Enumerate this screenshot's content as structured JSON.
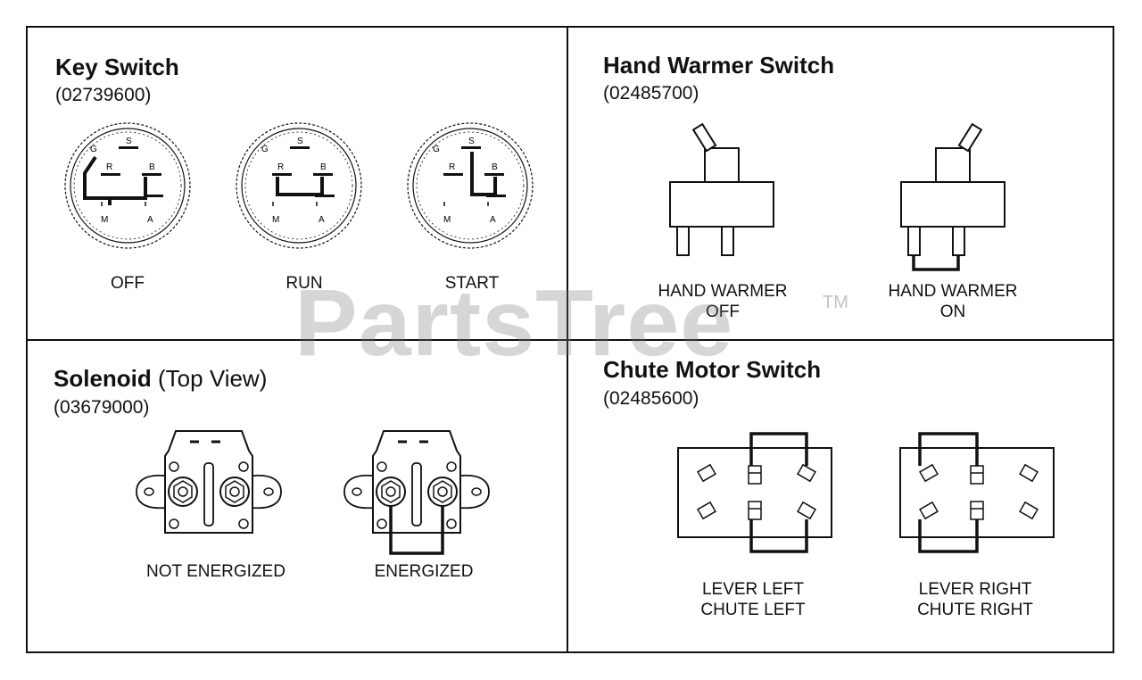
{
  "key_switch": {
    "title": "Key Switch",
    "part_number": "(02739600)",
    "terminal_labels": [
      "G",
      "S",
      "R",
      "B",
      "M",
      "A"
    ],
    "positions": [
      "OFF",
      "RUN",
      "START"
    ]
  },
  "hand_warmer": {
    "title": "Hand Warmer Switch",
    "part_number": "(02485700)",
    "states": [
      [
        "HAND WARMER",
        "OFF"
      ],
      [
        "HAND WARMER",
        "ON"
      ]
    ]
  },
  "solenoid": {
    "title": "Solenoid",
    "subtitle": "(Top View)",
    "part_number": "(03679000)",
    "states": [
      "NOT ENERGIZED",
      "ENERGIZED"
    ]
  },
  "chute_motor": {
    "title": "Chute Motor Switch",
    "part_number": "(02485600)",
    "states": [
      [
        "LEVER LEFT",
        "CHUTE LEFT"
      ],
      [
        "LEVER RIGHT",
        "CHUTE RIGHT"
      ]
    ]
  },
  "watermark": {
    "text": "PartsTree",
    "tm": "TM"
  }
}
